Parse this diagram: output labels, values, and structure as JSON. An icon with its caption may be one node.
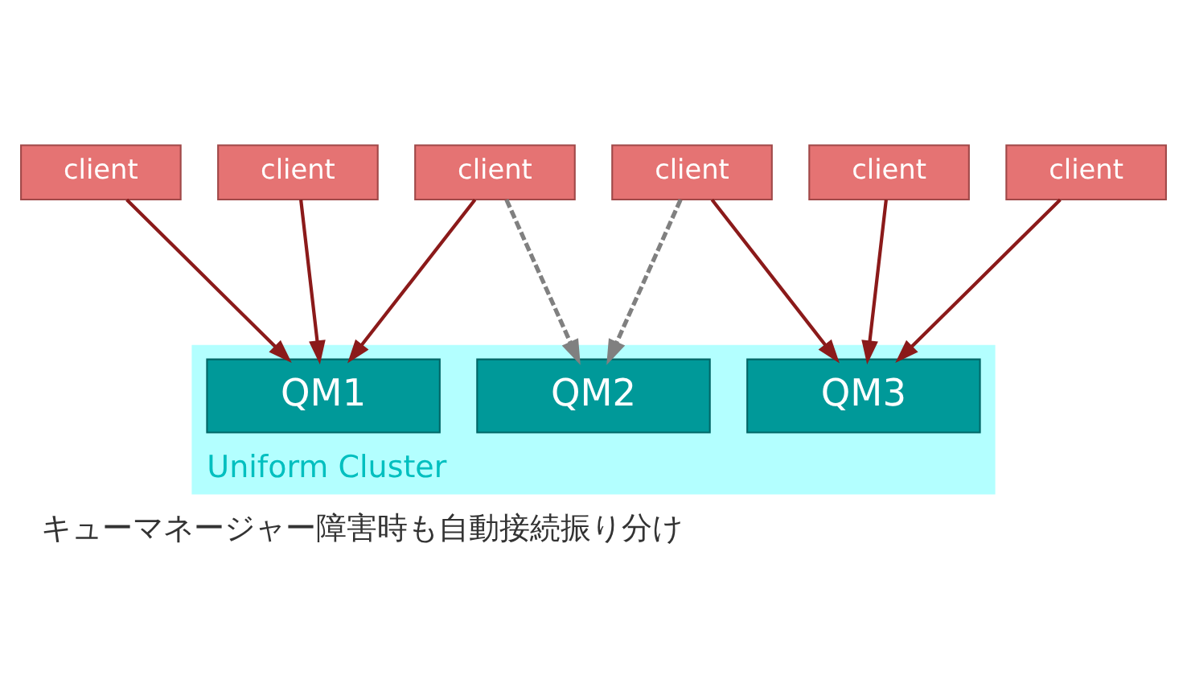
{
  "diagram": {
    "caption": "キューマネージャー障害時も自動接続振り分け",
    "nodes": [
      {
        "text": [
          "client"
        ]
      },
      {
        "text": [
          "client"
        ]
      },
      {
        "text": [
          "client"
        ]
      },
      {
        "text": [
          "client"
        ]
      },
      {
        "text": [
          "client"
        ]
      },
      {
        "text": [
          "client"
        ]
      },
      {
        "text": [
          "Uniform Cluster"
        ]
      },
      {
        "text": [
          "QM1"
        ],
        "in": 6
      },
      {
        "text": [
          "QM2"
        ],
        "in": 6
      },
      {
        "text": [
          "QM3"
        ],
        "in": 6
      }
    ],
    "edges": [
      {
        "from": 0,
        "to": 7,
        "arrow": "to"
      },
      {
        "from": 1,
        "to": 7,
        "arrow": "to"
      },
      {
        "from": 2,
        "to": 9,
        "arrow": "to"
      },
      {
        "from": 3,
        "to": 7,
        "arrow": "to"
      },
      {
        "from": 3,
        "to": 8,
        "arrow": "to",
        "style": "dashed",
        "color": "#808080"
      },
      {
        "from": 4,
        "to": 8,
        "arrow": "to",
        "style": "dashed",
        "color": "#808080"
      },
      {
        "from": 4,
        "to": 9,
        "arrow": "to"
      },
      {
        "from": 5,
        "to": 9,
        "arrow": "to"
      }
    ]
  }
}
